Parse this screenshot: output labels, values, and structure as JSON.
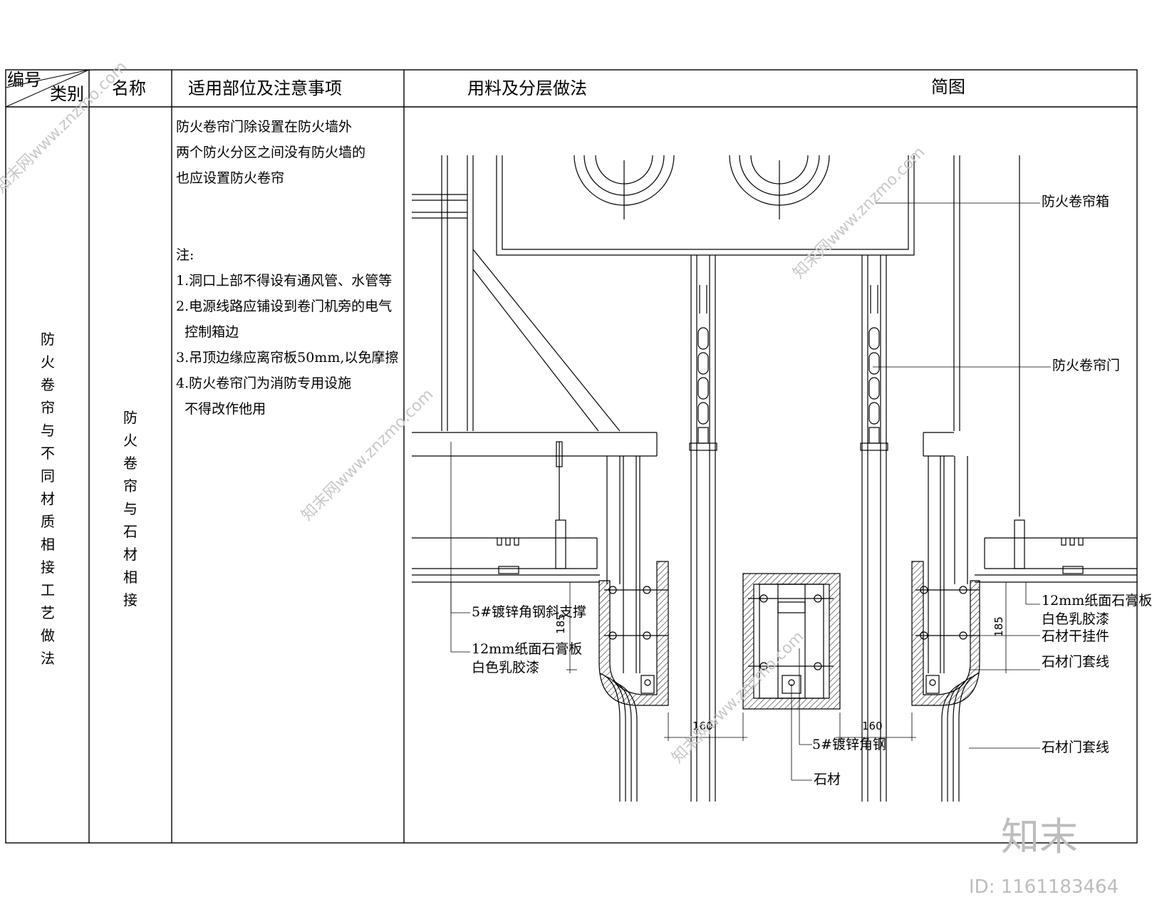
{
  "table": {
    "header": {
      "code_label": "编号",
      "category_label": "类别",
      "name_label": "名称",
      "scope_label": "适用部位及注意事项",
      "materials_label": "用料及分层做法",
      "diagram_label": "简图"
    },
    "row": {
      "category": "防火卷帘与不同材质相接工艺做法",
      "name": "防火卷帘与石材相接",
      "notes": [
        "防火卷帘门除设置在防火墙外",
        "两个防火分区之间没有防火墙的",
        "也应设置防火卷帘",
        "",
        "注:",
        "1.洞口上部不得设有通风管、水管等",
        "2.电源线路应铺设到卷门机旁的电气",
        "  控制箱边",
        "3.吊顶边缘应离帘板50mm,以免摩擦",
        "4.防火卷帘门为消防专用设施",
        "  不得改作他用"
      ]
    }
  },
  "drawing": {
    "labels": {
      "box": "防火卷帘箱",
      "door": "防火卷帘门",
      "gypsum_right_1": "12mm纸面石膏板",
      "gypsum_right_2": "白色乳胶漆",
      "hanger": "石材干挂件",
      "frame_right": "石材门套线",
      "frame_right_2": "石材门套线",
      "brace": "5#镀锌角钢斜支撑",
      "gypsum_left_1": "12mm纸面石膏板",
      "gypsum_left_2": "白色乳胶漆",
      "angle_steel": "5#镀锌角钢",
      "stone": "石材"
    },
    "dimensions": {
      "gap_left": "160",
      "gap_right": "160",
      "height_left": "185",
      "height_right": "185"
    }
  },
  "watermark": {
    "site": "知末网www.znzmo.com",
    "logo": "知末",
    "id": "ID: 1161183464"
  }
}
